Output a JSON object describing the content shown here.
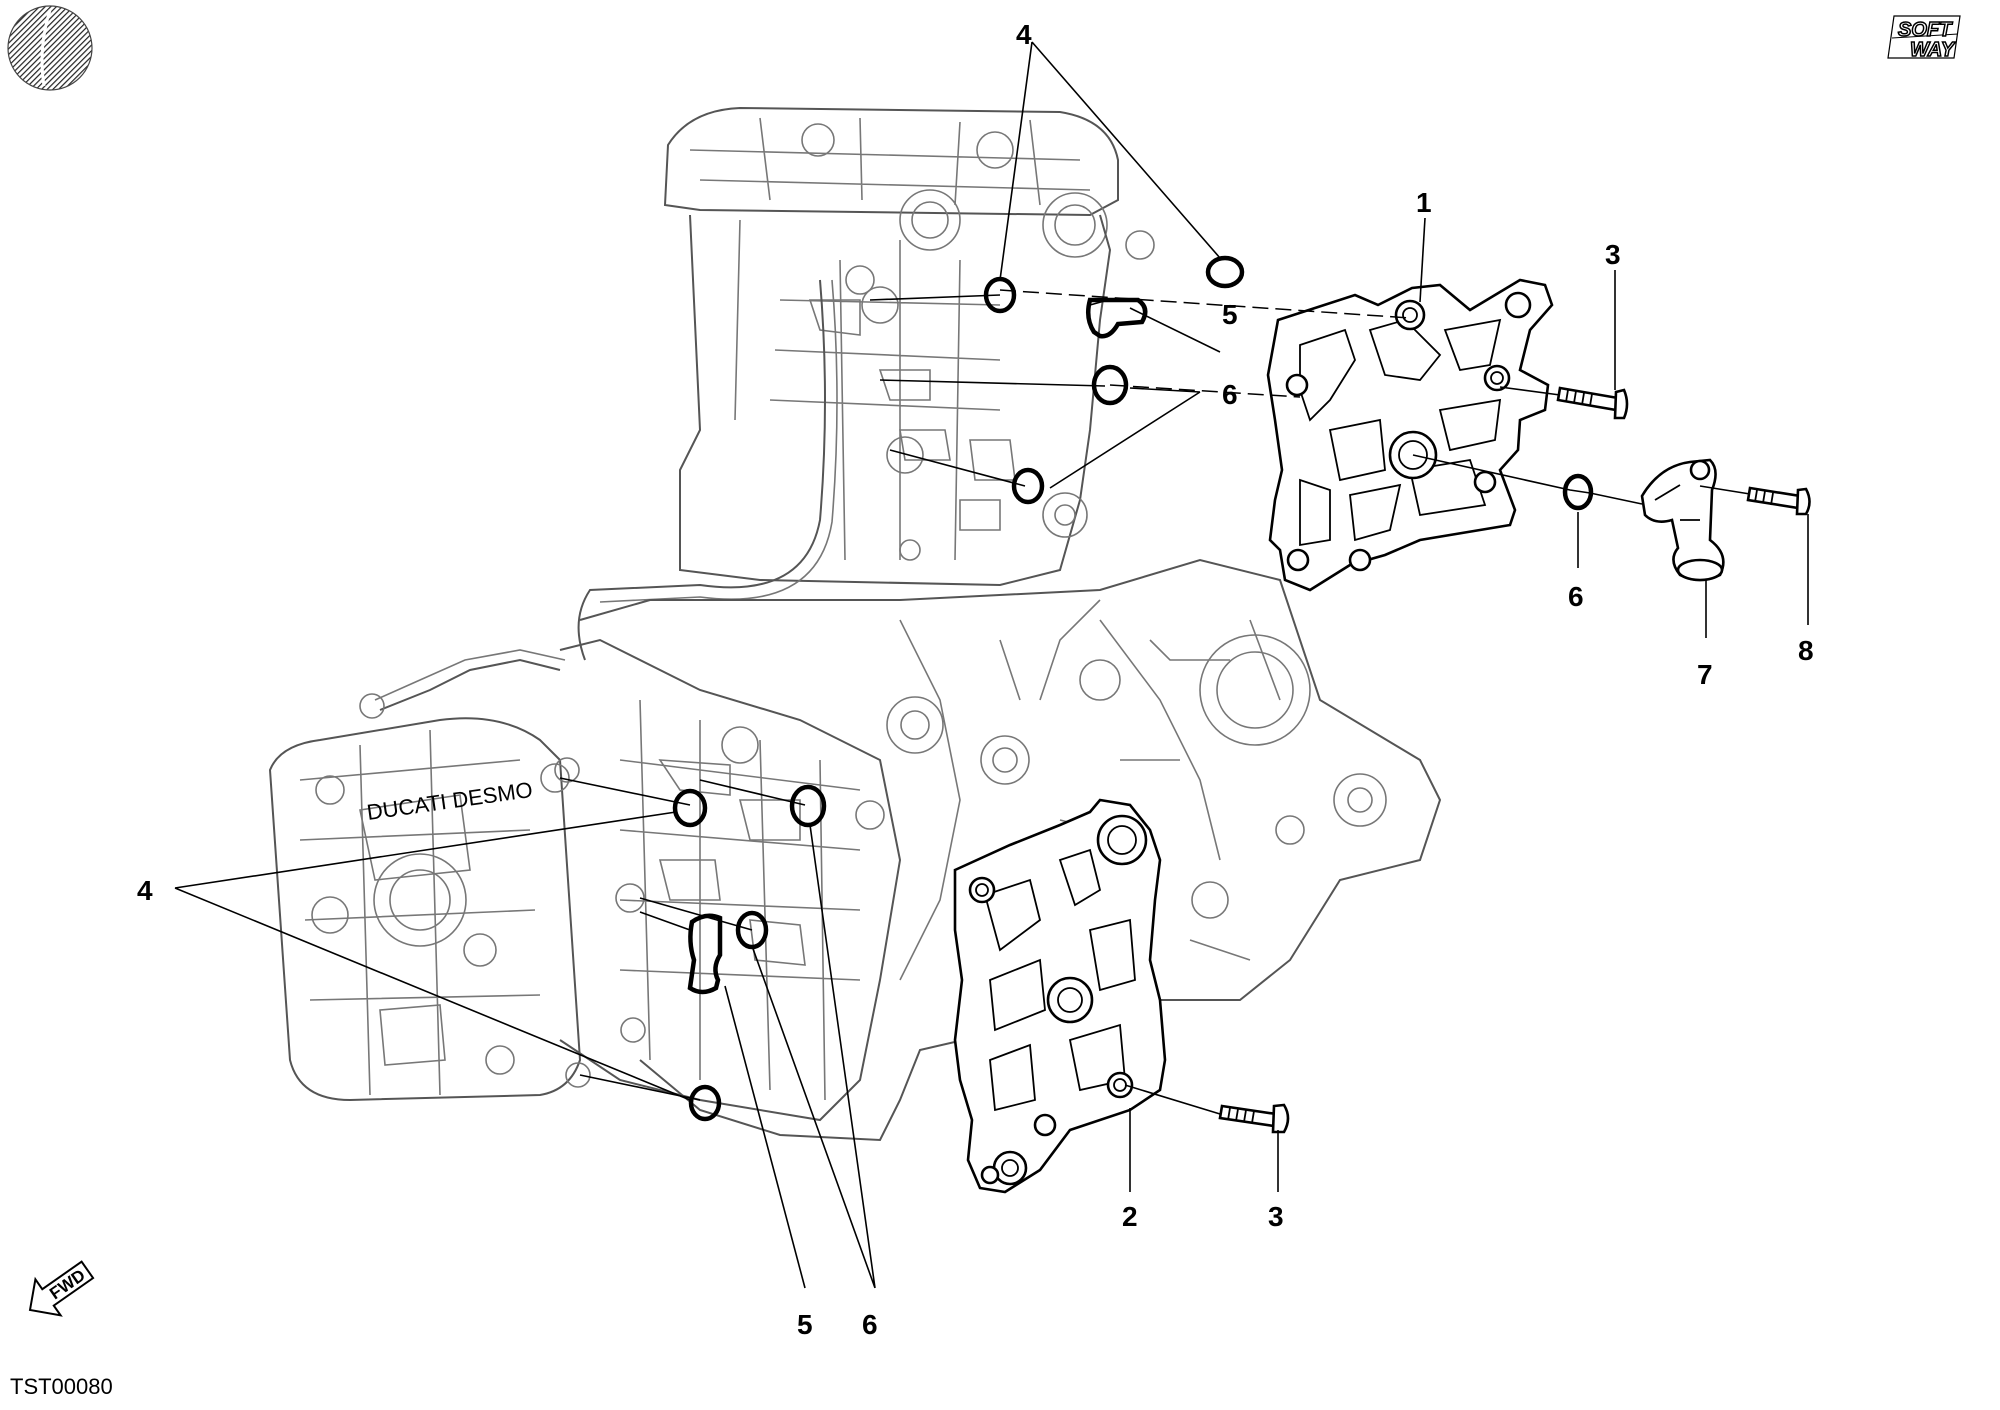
{
  "drawing_code": "TST00080",
  "brand_logo": {
    "line1": "SOFT",
    "line2": "WAY"
  },
  "fwd_arrow_label": "FWD",
  "engine_cover_lettering": "DUCATI DESMO",
  "callouts": {
    "c1": "1",
    "c2": "2",
    "c3_upper": "3",
    "c3_lower": "3",
    "c4_upper": "4",
    "c4_lower": "4",
    "c5_upper": "5",
    "c5_lower": "5",
    "c6_upper": "6",
    "c6_mid": "6",
    "c6_lower": "6",
    "c7": "7",
    "c8": "8"
  },
  "icons": {
    "corner_mark": "hatched-disc-icon",
    "direction": "fwd-arrow-icon"
  }
}
